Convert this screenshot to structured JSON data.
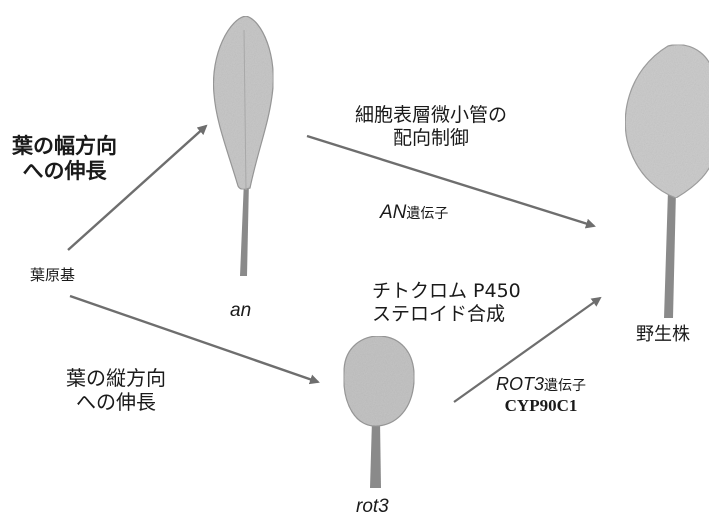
{
  "labels": {
    "primordium": "葉原基",
    "width_growth": [
      "葉の幅方向",
      "への伸長"
    ],
    "length_growth": [
      "葉の縦方向",
      "への伸長"
    ],
    "an_mutant": "an",
    "rot3_mutant": "rot3",
    "wild_type": "野生株",
    "an_function": [
      "細胞表層微小管の",
      "配向制御"
    ],
    "an_gene_symbol": "AN",
    "gene_word": "遺伝子",
    "rot3_function": [
      "チトクロム P450",
      "ステロイド合成"
    ],
    "rot3_gene_symbol": "ROT3",
    "rot3_gene_name": "CYP90C1"
  },
  "colors": {
    "arrow": "#6e6e6e",
    "leaf_fill": "#c8c8c8",
    "leaf_edge": "#9a9a9a",
    "petiole": "#8a8a8a",
    "text": "#1a1a1a"
  }
}
